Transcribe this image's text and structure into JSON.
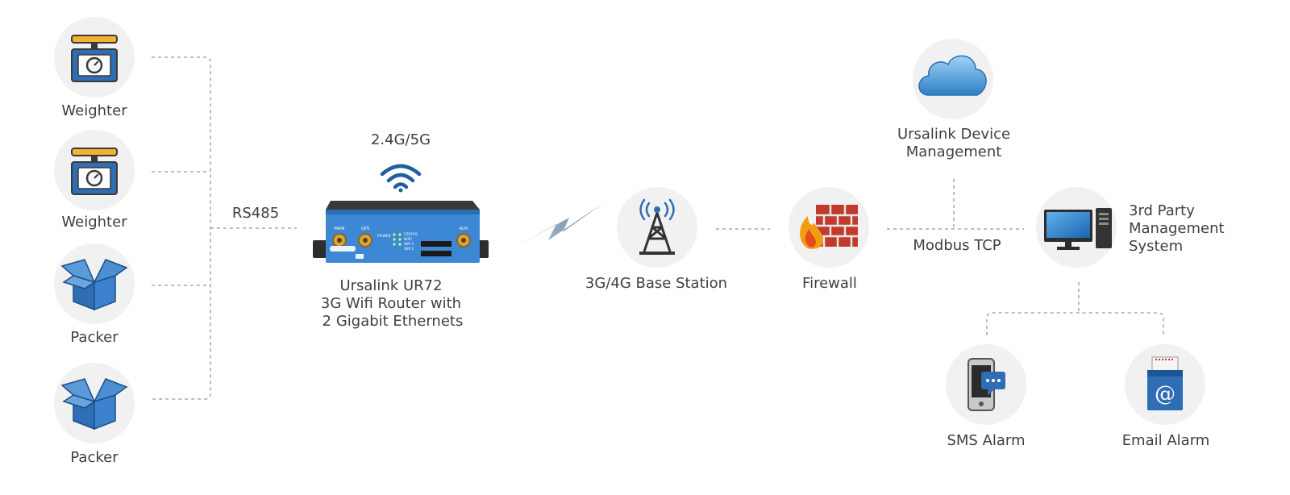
{
  "devices": {
    "weighter_1": "Weighter",
    "weighter_2": "Weighter",
    "packer_1": "Packer",
    "packer_2": "Packer"
  },
  "link_rs485": "RS485",
  "router": {
    "wifi_label": "2.4G/5G",
    "name_line1": "Ursalink UR72",
    "name_line2": "3G Wifi Router with",
    "name_line3": "2 Gigabit Ethernets",
    "panel_labels": {
      "main": "MAIN",
      "gps": "GPS",
      "power": "POWER",
      "status": "STATUS",
      "wifi": "WIFI",
      "sim1": "SIM 1",
      "sim2": "SIM 2",
      "aux": "AUX"
    }
  },
  "base_station": "3G/4G Base Station",
  "firewall": "Firewall",
  "cloud_mgmt_line1": "Ursalink Device",
  "cloud_mgmt_line2": "Management",
  "modbus": "Modbus TCP",
  "third_party_line1": "3rd Party",
  "third_party_line2": "Management",
  "third_party_line3": "System",
  "sms_alarm": "SMS Alarm",
  "email_alarm": "Email Alarm",
  "colors": {
    "icon_blue": "#2f6db5",
    "scale_yellow": "#f2b233",
    "firewall_red": "#c23a2c",
    "flame_orange": "#f39c12",
    "connector_gray": "#8a9bb0"
  }
}
